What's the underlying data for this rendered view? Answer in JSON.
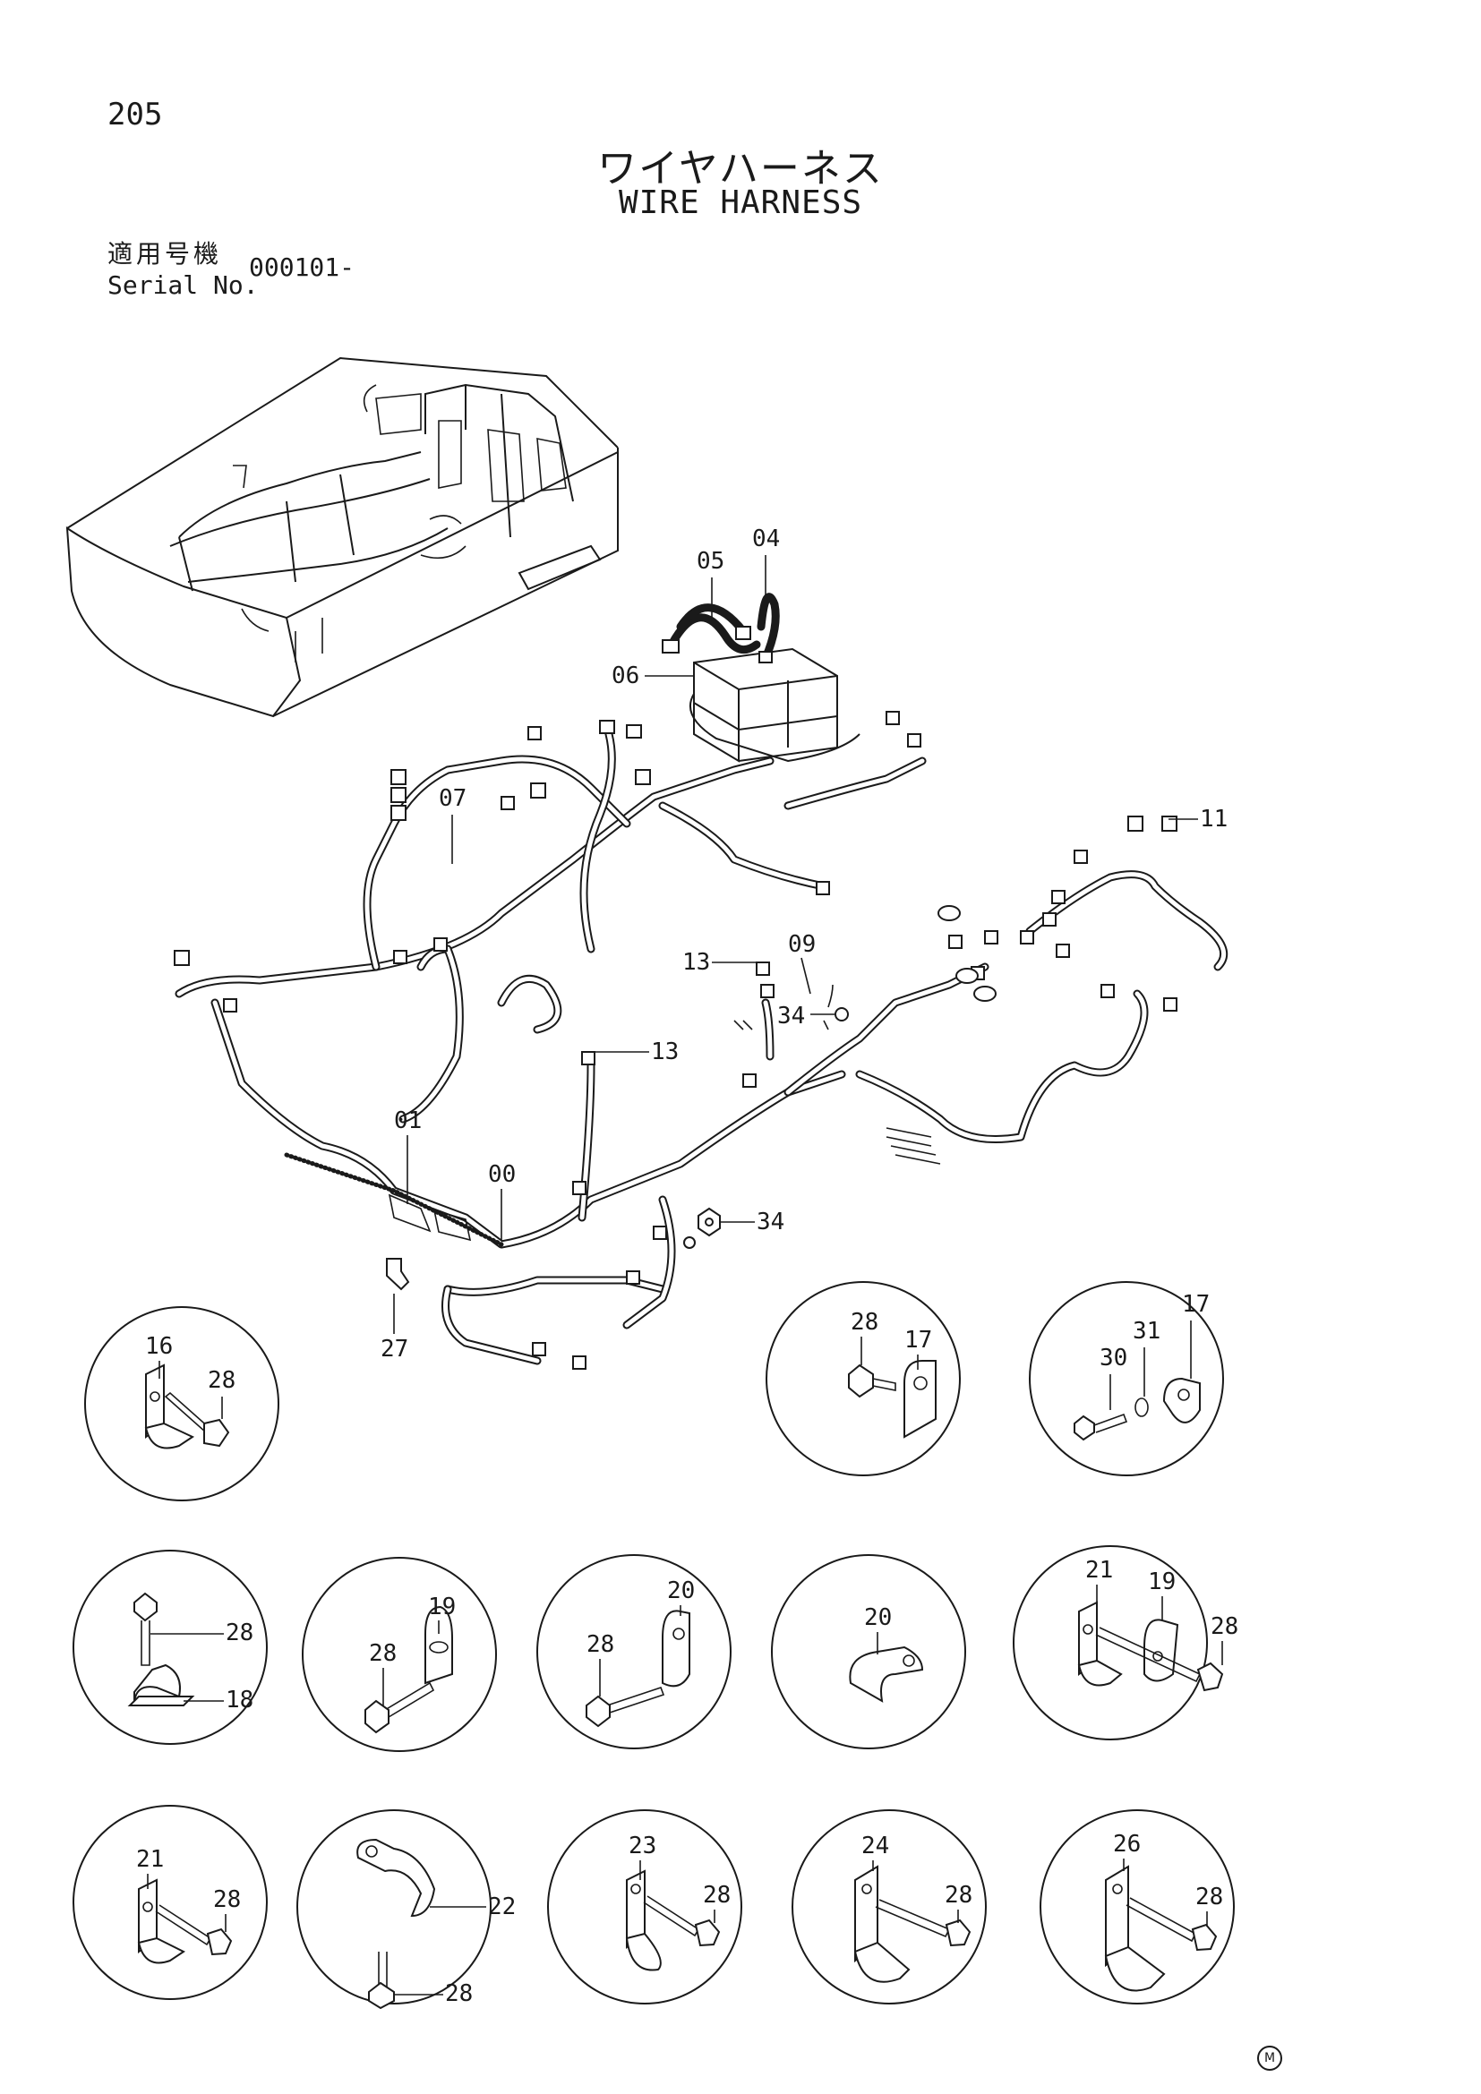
{
  "page": {
    "number": "205"
  },
  "title": {
    "jp": "ワイヤハーネス",
    "en": "WIRE HARNESS"
  },
  "serial": {
    "label_jp": "適用号機",
    "label_en": "Serial No.",
    "value": "000101-"
  },
  "callouts": {
    "c05": "05",
    "c04": "04",
    "c06": "06",
    "c07": "07",
    "c11": "11",
    "c09": "09",
    "c13a": "13",
    "c13b": "13",
    "c34a": "34",
    "c34b": "34",
    "c01": "01",
    "c00": "00",
    "c27": "27"
  },
  "details": [
    {
      "labels": [
        "16",
        "28"
      ]
    },
    {
      "labels": [
        "28",
        "17"
      ]
    },
    {
      "labels": [
        "30",
        "31",
        "17"
      ]
    },
    {
      "labels": [
        "28",
        "18"
      ]
    },
    {
      "labels": [
        "19",
        "28"
      ]
    },
    {
      "labels": [
        "20",
        "28"
      ]
    },
    {
      "labels": [
        "20"
      ]
    },
    {
      "labels": [
        "21",
        "19",
        "28"
      ]
    },
    {
      "labels": [
        "21",
        "28"
      ]
    },
    {
      "labels": [
        "22",
        "28"
      ]
    },
    {
      "labels": [
        "23",
        "28"
      ]
    },
    {
      "labels": [
        "24",
        "28"
      ]
    },
    {
      "labels": [
        "26",
        "28"
      ]
    }
  ],
  "mark": "M"
}
